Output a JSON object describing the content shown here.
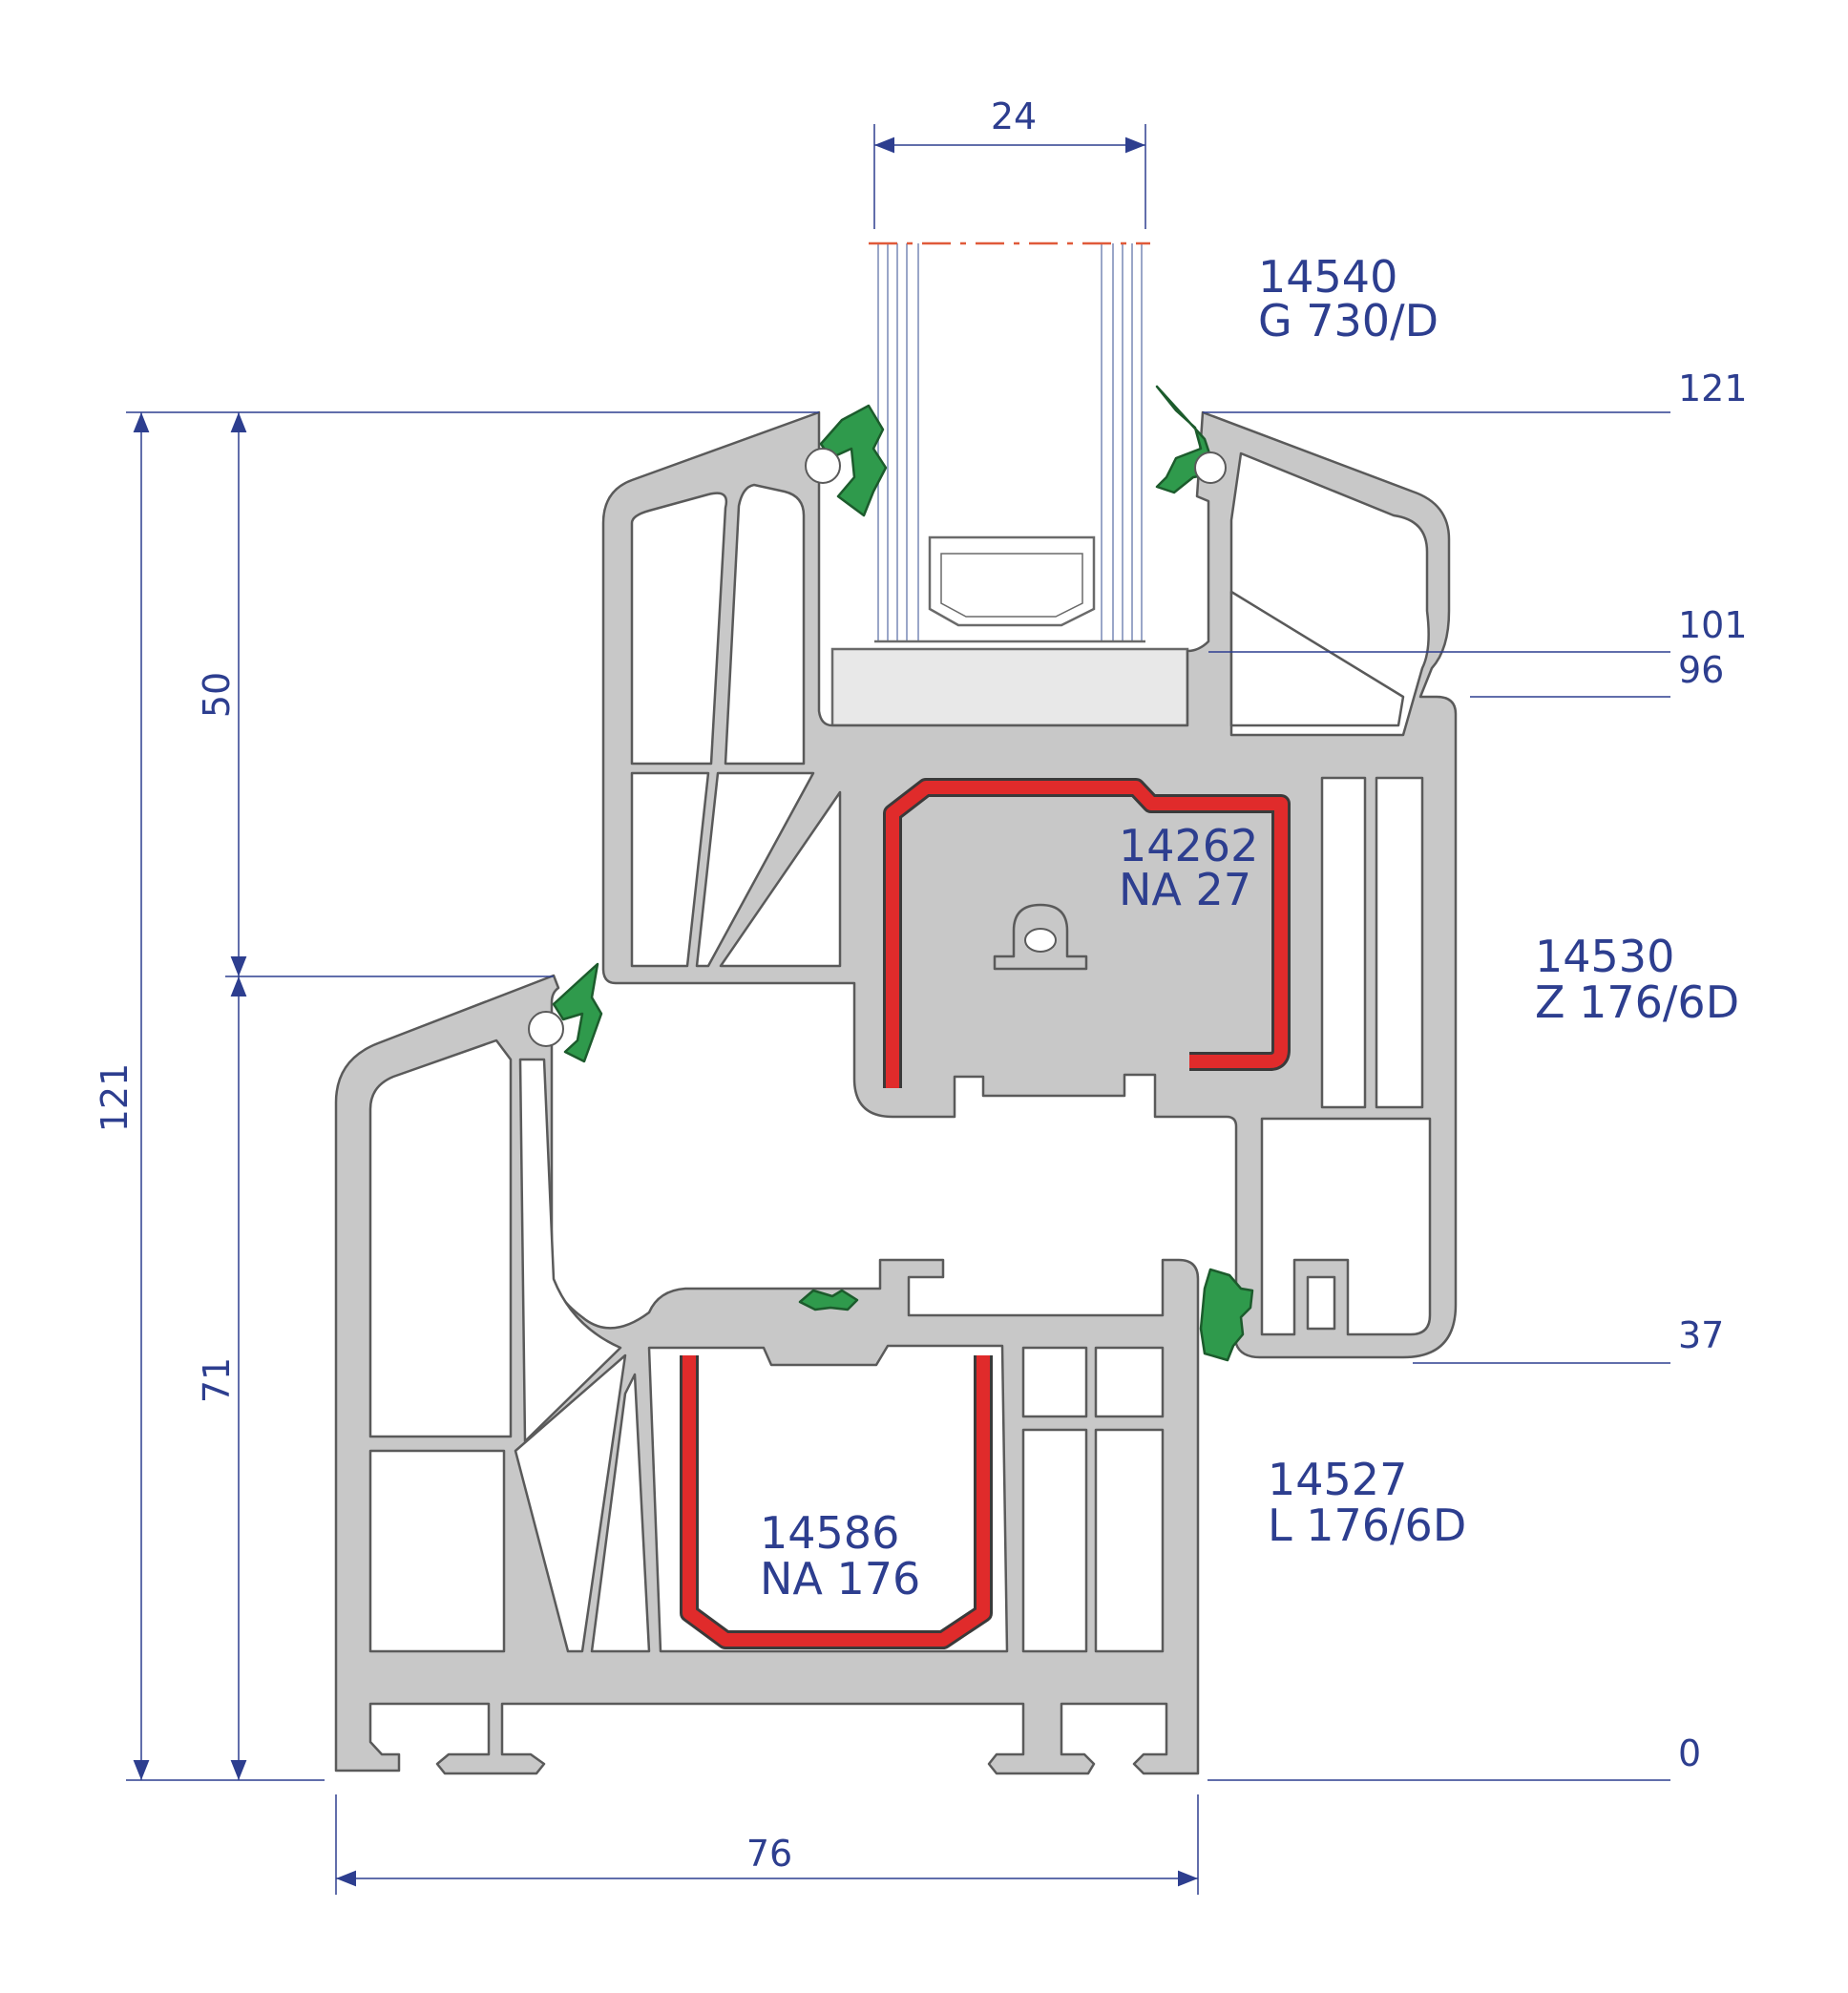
{
  "glass": {
    "thickness_label": "24"
  },
  "profiles": [
    {
      "code": "14540",
      "name": "G 730/D"
    },
    {
      "code": "14262",
      "name": "NA 27"
    },
    {
      "code": "14530",
      "name": "Z 176/6D"
    },
    {
      "code": "14527",
      "name": "L 176/6D"
    },
    {
      "code": "14586",
      "name": "NA 176"
    }
  ],
  "levels_right": [
    "121",
    "101",
    "96",
    "37",
    "0"
  ],
  "dims_left": {
    "total": "121",
    "upper": "50",
    "lower": "71"
  },
  "width_bottom": "76",
  "colors": {
    "dimension": "#2d3e8f",
    "pvc": "#c8c8c8",
    "seal": "#2f9a4c",
    "steel": "#e02b2b",
    "glass_edge": "#e05a3a"
  }
}
